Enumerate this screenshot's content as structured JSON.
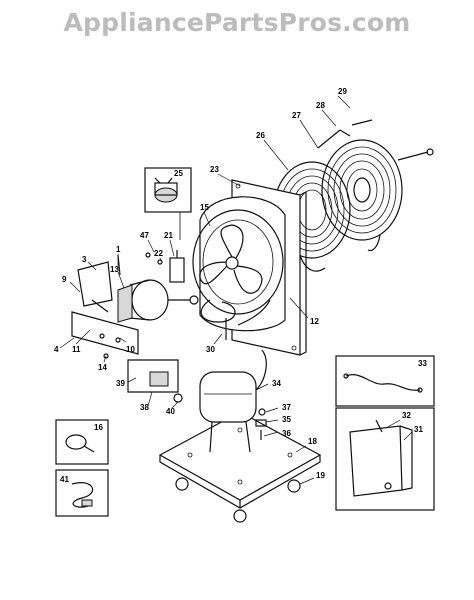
{
  "header": {
    "watermark": "AppliancePartsPros.com"
  },
  "parts": {
    "p3": "3",
    "p4": "4",
    "p9": "9",
    "p10": "10",
    "p11": "11",
    "p12": "12",
    "p13": "13",
    "p14": "14",
    "p15": "15",
    "p16": "16",
    "p18": "18",
    "p19": "19",
    "p21": "21",
    "p22": "22",
    "p23": "23",
    "p25": "25",
    "p26": "26",
    "p27": "27",
    "p28": "28",
    "p29": "29",
    "p30": "30",
    "p31": "31",
    "p32": "32",
    "p33": "33",
    "p34": "34",
    "p35": "35",
    "p36": "36",
    "p37": "37",
    "p38": "38",
    "p39": "39",
    "p40": "40",
    "p41": "41",
    "p47": "47",
    "p1": "1"
  }
}
